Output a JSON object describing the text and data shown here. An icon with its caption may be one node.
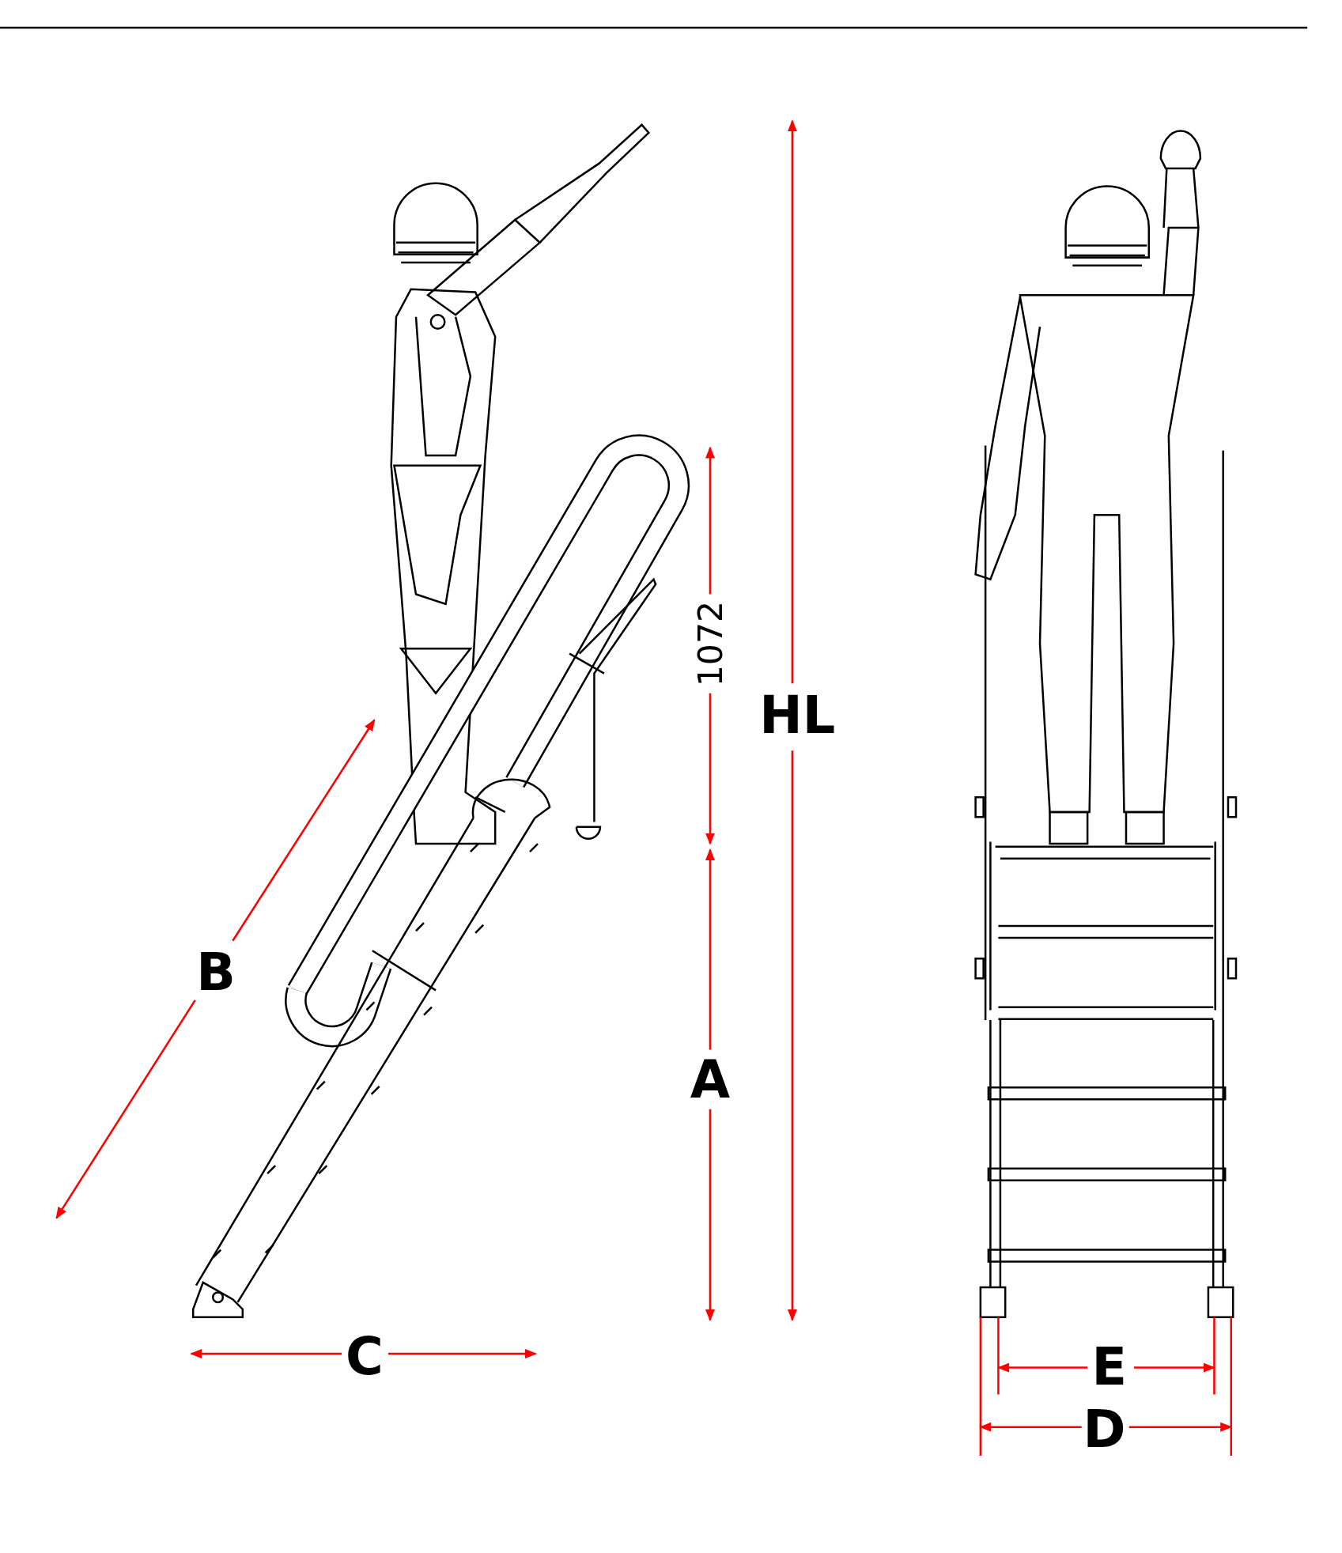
{
  "diagram": {
    "labels": [
      "1072",
      "HL",
      "B",
      "A",
      "C",
      "E",
      "D"
    ]
  }
}
